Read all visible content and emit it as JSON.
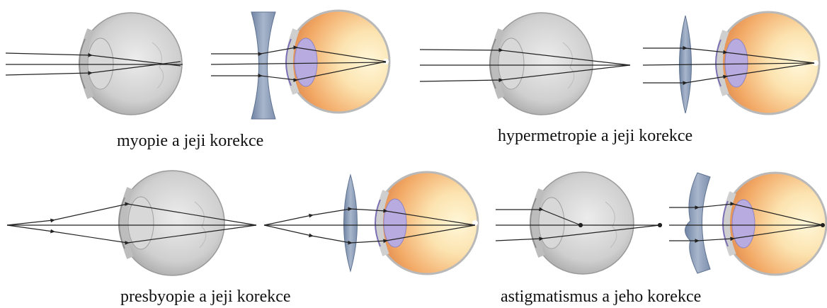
{
  "panels": [
    {
      "id": "myopia",
      "caption": "myopie a jeji korekce"
    },
    {
      "id": "hypermetropia",
      "caption": "hypermetropie a jeji korekce"
    },
    {
      "id": "presbyopia",
      "caption": "presbyopie a jeji korekce"
    },
    {
      "id": "astigmatism",
      "caption": "astigmatismus a jeho korekce"
    }
  ],
  "colors": {
    "gray_eye": "#cfcfcf",
    "gray_eye_dark": "#a9a9a9",
    "retina_orange": "#f2a865",
    "retina_light": "#fce3b0",
    "lens_blue": "#8e9fb8",
    "iris_purple": "#a99ed6",
    "ray": "#222222"
  }
}
